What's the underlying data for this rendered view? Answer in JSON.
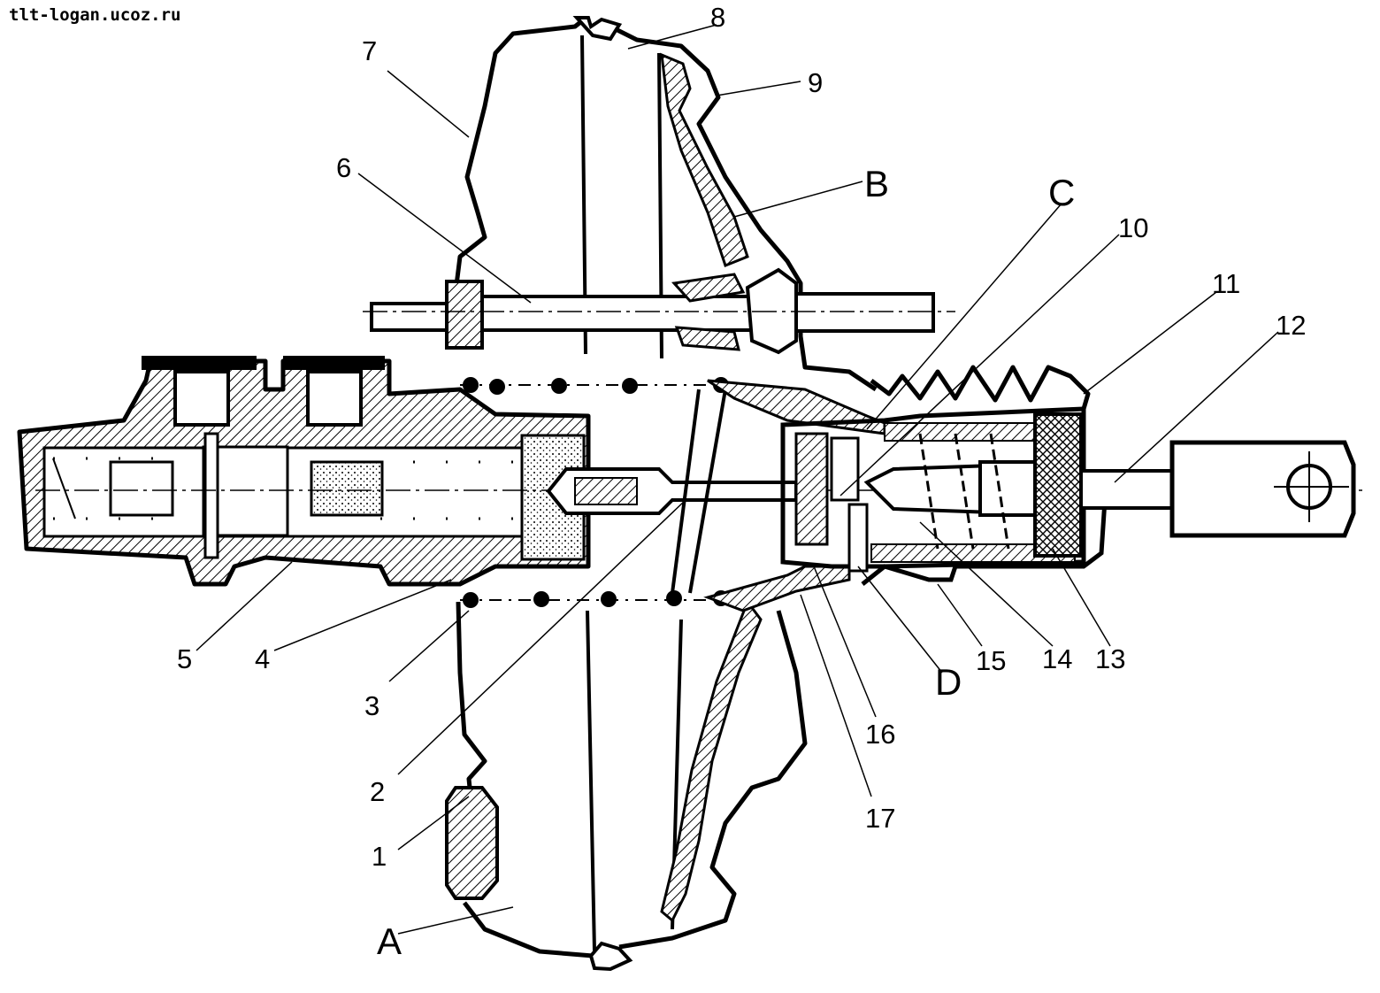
{
  "watermark": "tlt-logan.ucoz.ru",
  "callouts": {
    "c1": "1",
    "c2": "2",
    "c3": "3",
    "c4": "4",
    "c5": "5",
    "c6": "6",
    "c7": "7",
    "c8": "8",
    "c9": "9",
    "c10": "10",
    "c11": "11",
    "c12": "12",
    "c13": "13",
    "c14": "14",
    "c15": "15",
    "c16": "16",
    "c17": "17",
    "A": "A",
    "B": "B",
    "C": "C",
    "D": "D"
  }
}
